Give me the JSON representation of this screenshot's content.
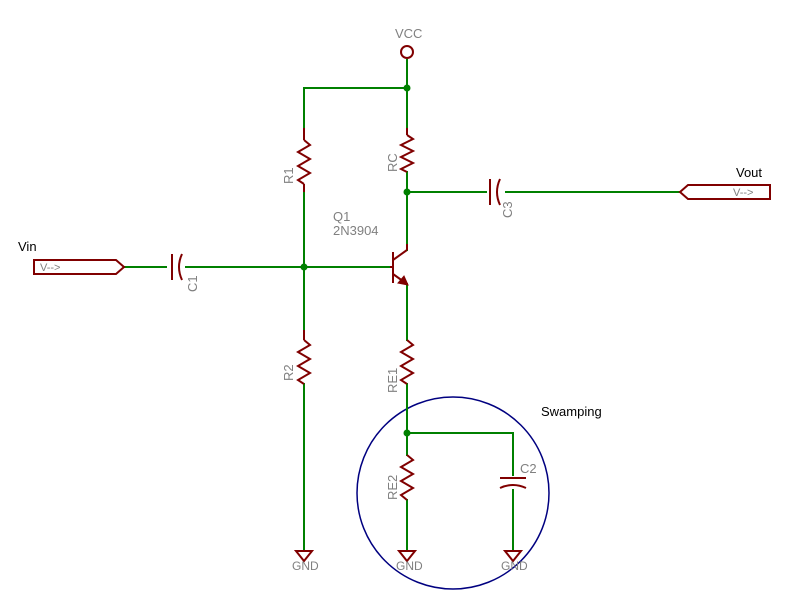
{
  "colors": {
    "wire": "#008000",
    "part": "#800000",
    "junction": "#008000",
    "text": "#808080",
    "circle": "#000080"
  },
  "supply": {
    "label": "VCC"
  },
  "ground": {
    "label": "GND"
  },
  "resistors": {
    "r1": "R1",
    "r2": "R2",
    "rc": "RC",
    "re1": "RE1",
    "re2": "RE2"
  },
  "capacitors": {
    "c1": "C1",
    "c2": "C2",
    "c3": "C3"
  },
  "transistor": {
    "name": "Q1",
    "model": "2N3904"
  },
  "ports": {
    "input": {
      "name": "Vin",
      "arrow": "V-->"
    },
    "output": {
      "name": "Vout",
      "arrow": "V-->"
    }
  },
  "annotation": {
    "swamping": "Swamping"
  }
}
